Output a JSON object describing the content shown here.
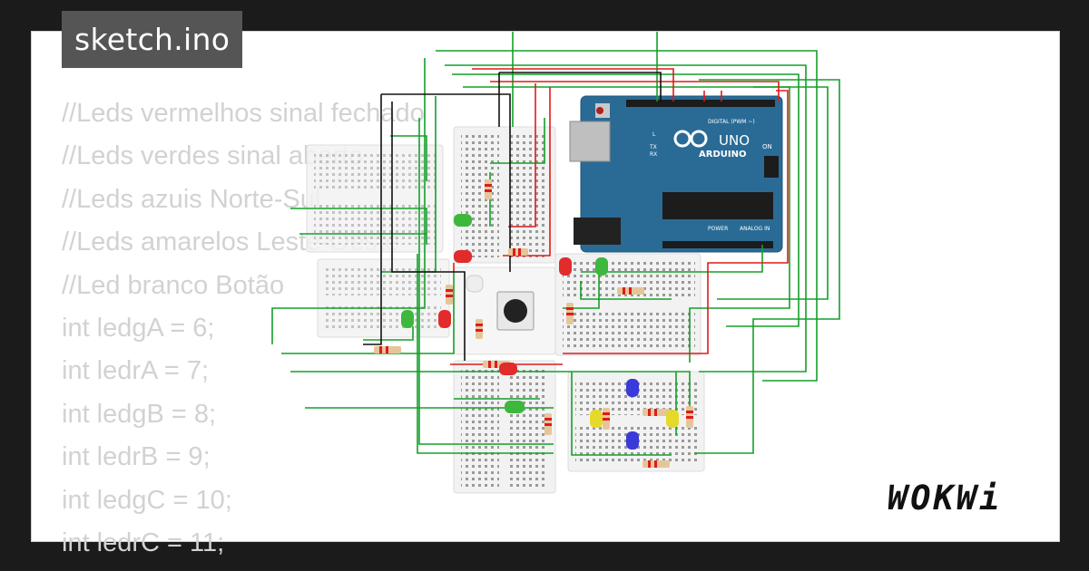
{
  "file_tab": {
    "label": "sketch.ino"
  },
  "code": {
    "lines": [
      "//Leds vermelhos sinal fechado",
      "//Leds verdes sinal aberto",
      "//Leds azuis Norte-Sul",
      "//Leds amarelos Leste-Oeste",
      "//Led branco Botão",
      "int ledgA = 6;",
      "int ledrA = 7;",
      "int ledgB = 8;",
      "int ledrB = 9;",
      "int ledgC = 10;",
      "int ledrC = 11;"
    ]
  },
  "board": {
    "brand": "ARDUINO",
    "model": "UNO",
    "header_digital": "DIGITAL (PWM ~)",
    "header_power": "POWER",
    "header_analog": "ANALOG IN",
    "on_label": "ON",
    "tx_label": "TX",
    "rx_label": "RX",
    "l_label": "L"
  },
  "logo": {
    "text": "WOKWi"
  },
  "colors": {
    "background": "#1b1b1b",
    "tab": "#555555",
    "code": "#d2d2d2",
    "board": "#2a6b96",
    "wire_green": "#14a028",
    "wire_red": "#e01a1a",
    "wire_black": "#111111",
    "led_red": "#e22b2b",
    "led_green": "#3db83d",
    "led_blue": "#3a3ad8",
    "led_yellow": "#e5d92c",
    "led_white": "#eeeeee"
  }
}
